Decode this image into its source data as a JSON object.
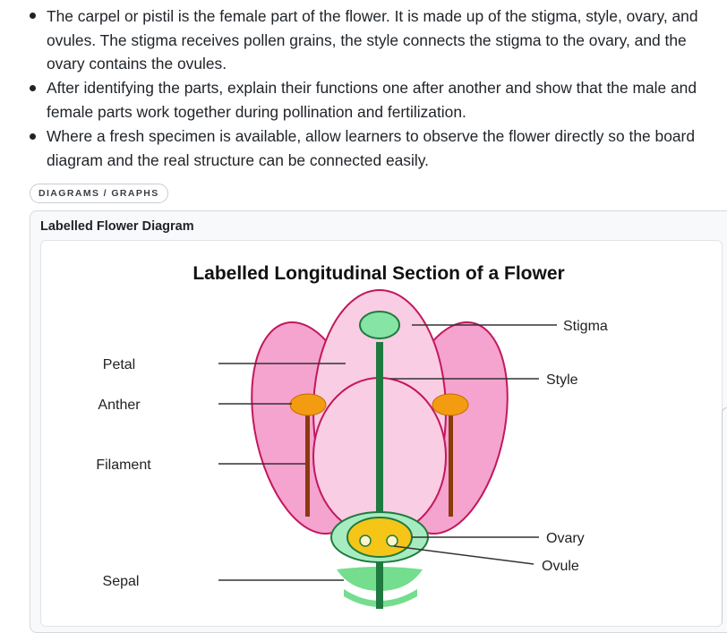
{
  "bullets": [
    {
      "line1": "The carpel or pistil is the female part of the flower. It is made up of the stigma, style, ovary, and",
      "line2": "ovules. The stigma receives pollen grains, the style connects the stigma to the ovary, and the",
      "line3": "ovary contains the ovules."
    },
    {
      "line1": "After identifying the parts, explain their functions one after another and show that the male and",
      "line2": "female parts work together during pollination and fertilization."
    },
    {
      "line1": "Where a fresh specimen is available, allow learners to observe the flower directly so the board",
      "line2": "diagram and the real structure can be connected easily."
    }
  ],
  "tag": "DIAGRAMS / GRAPHS",
  "card_title": "Labelled Flower Diagram",
  "diagram": {
    "title": "Labelled Longitudinal Section of a Flower",
    "labels": {
      "petal": "Petal",
      "anther": "Anther",
      "filament": "Filament",
      "sepal": "Sepal",
      "stigma": "Stigma",
      "style": "Style",
      "ovary": "Ovary",
      "ovule": "Ovule"
    },
    "colors": {
      "outer_petal": "#f5a3cf",
      "inner_petal": "#f9cde3",
      "petal_stroke": "#c2185b",
      "stigma": "#86e5a5",
      "stem": "#1f7a3f",
      "anther": "#f39c12",
      "filament": "#8b3a0f",
      "ovary": "#f5c518",
      "ovary_ring": "#a7ecc0",
      "sepal": "#74dd8e"
    }
  }
}
